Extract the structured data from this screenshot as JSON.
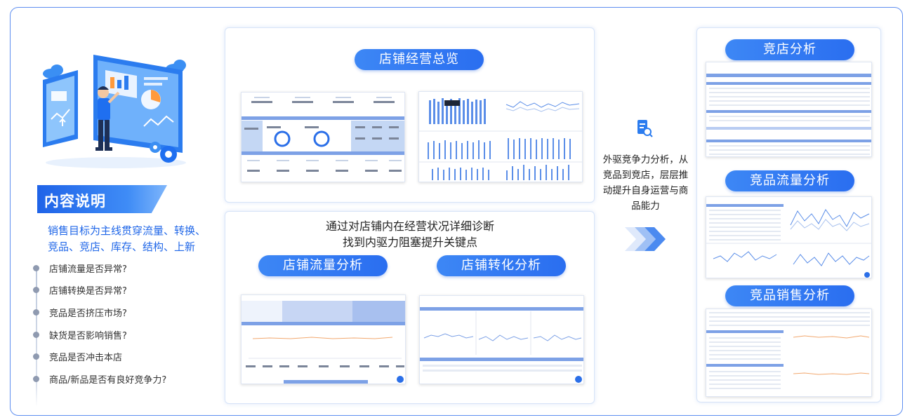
{
  "intro": {
    "title": "内容说明",
    "lines": [
      "销售目标为主线贯穿流量、转换、",
      "竞品、竞店、库存、结构、上新"
    ]
  },
  "questions": [
    "店铺流量是否异常?",
    "店铺转换是否异常?",
    "竞品是否挤压市场?",
    "缺货是否影响销售?",
    "竞品是否冲击本店",
    "商品/新品是否有良好竞争力?"
  ],
  "overview": {
    "title": "店铺经营总览"
  },
  "diagnosis": {
    "lines": [
      "通过对店铺内在经营状况详细诊断",
      "找到内驱力阻塞提升关键点"
    ]
  },
  "store_traffic": {
    "title": "店铺流量分析"
  },
  "store_conversion": {
    "title": "店铺转化分析"
  },
  "competition": {
    "lines": [
      "外驱竞争力分析，从",
      "竞品到竞店，层层推",
      "动提升自身运营与商",
      "品能力"
    ]
  },
  "competitor_store": {
    "title": "竞店分析"
  },
  "competitor_traffic": {
    "title": "竞品流量分析"
  },
  "competitor_sales": {
    "title": "竞品销售分析"
  },
  "colors": {
    "accent": "#2a6ef0",
    "frame": "#5e8ef0",
    "text_blue": "#2067e8"
  }
}
